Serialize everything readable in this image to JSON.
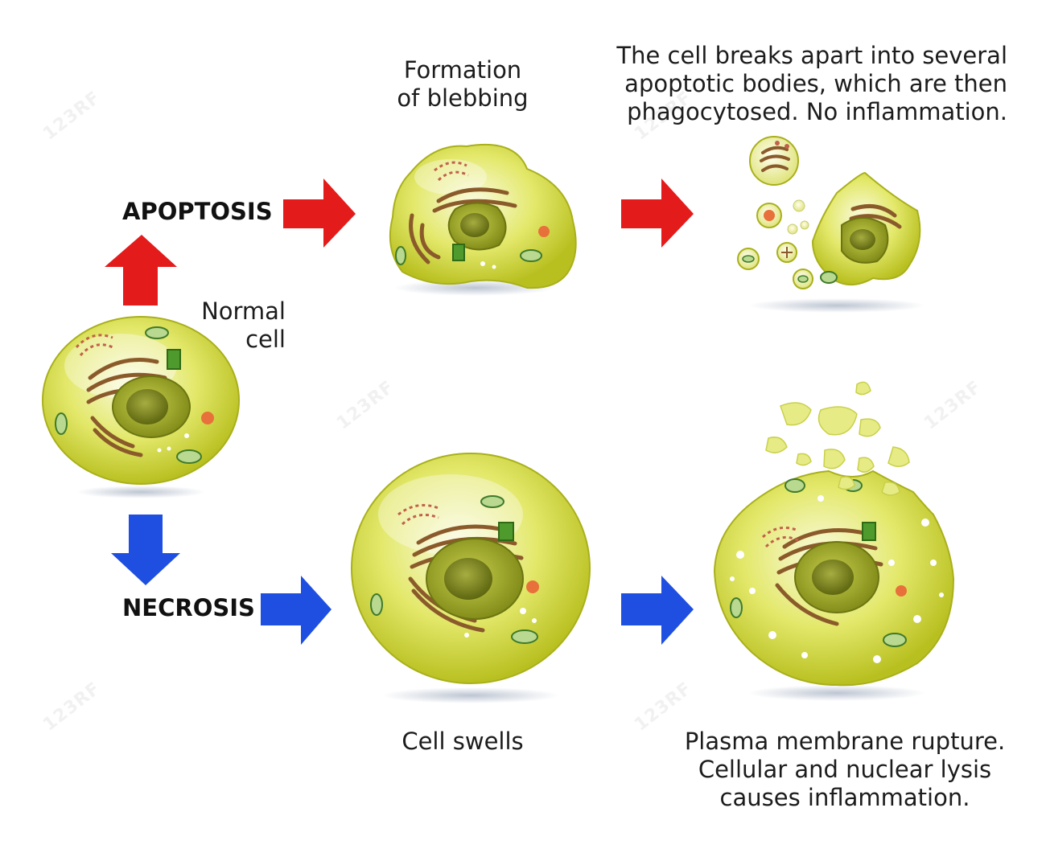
{
  "labels": {
    "apoptosis": "APOPTOSIS",
    "necrosis": "NECROSIS",
    "normal_cell": "Normal\ncell",
    "blebbing": "Formation\nof blebbing",
    "apoptotic_bodies": "The cell breaks apart into several\napoptotic bodies, which are then\nphagocytosed.  No inflammation.",
    "cell_swells": "Cell swells",
    "rupture": "Plasma membrane rupture.\nCellular and nuclear lysis\ncauses inflammation."
  },
  "watermark": "123RF",
  "colors": {
    "apoptosis_arrow": "#e31b1b",
    "necrosis_arrow": "#1f4fe0",
    "cytoplasm": "#d9e04a",
    "cytoplasm_light": "#f4f6c4",
    "nucleus": "#8f9a1c",
    "organelle_brown": "#8b5a2b",
    "mitochondria": "#6fa35a"
  }
}
